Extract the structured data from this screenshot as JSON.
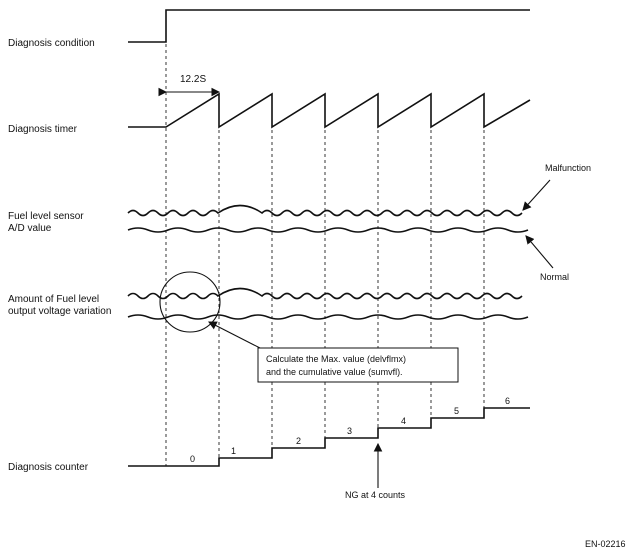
{
  "labels": {
    "diagnosis_condition": "Diagnosis condition",
    "diagnosis_timer": "Diagnosis timer",
    "fuel_sensor_line1": "Fuel level sensor",
    "fuel_sensor_line2": "A/D value",
    "variation_line1": "Amount of Fuel level",
    "variation_line2": "output voltage variation",
    "diagnosis_counter": "Diagnosis counter"
  },
  "annotations": {
    "timer_period": "12.2S",
    "malfunction": "Malfunction",
    "normal": "Normal",
    "callout_line1": "Calculate the Max. value (delvflmx)",
    "callout_line2": "and the cumulative value (sumvfl).",
    "ng_note": "NG at 4 counts"
  },
  "counter_steps": [
    "0",
    "1",
    "2",
    "3",
    "4",
    "5",
    "6"
  ],
  "figure_code": "EN-02216"
}
